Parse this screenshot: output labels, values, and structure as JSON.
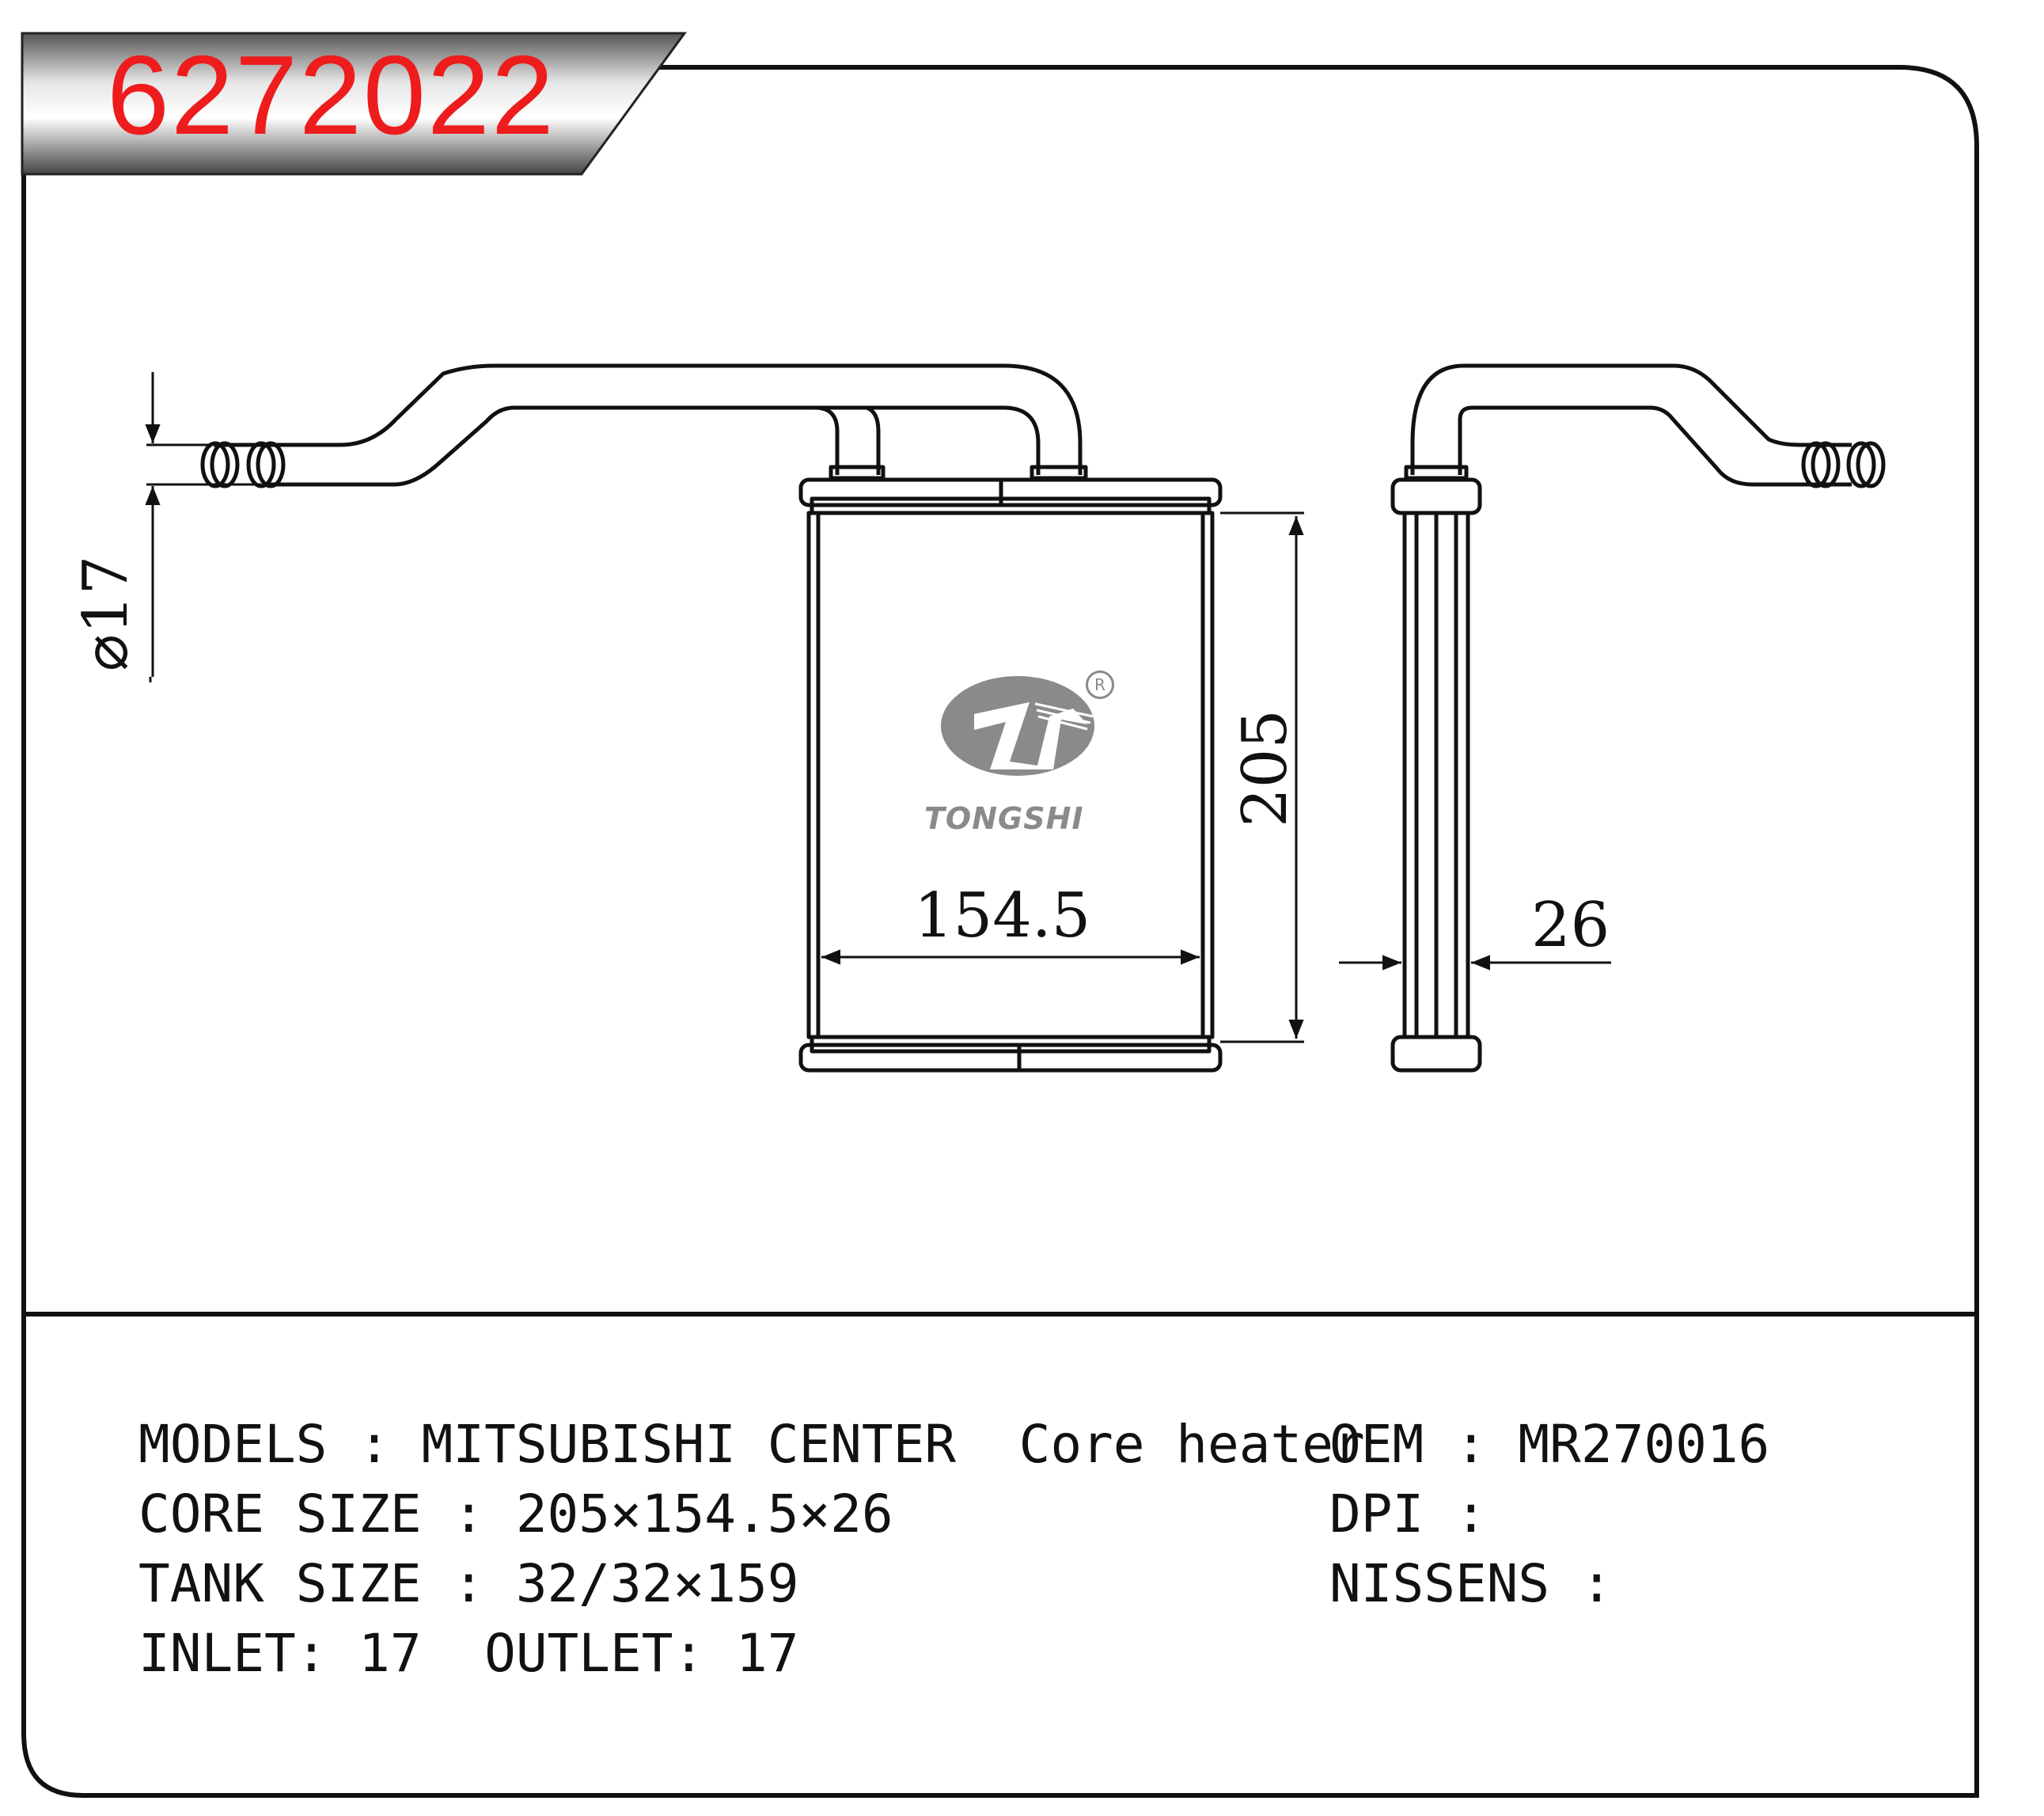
{
  "part_number": "6272022",
  "dimensions": {
    "pipe_diameter": "⌀17",
    "core_height": "205",
    "core_width": "154.5",
    "core_depth": "26"
  },
  "logo": {
    "brand": "TONGSHI",
    "registered_mark": "R"
  },
  "specs": {
    "models": "MODELS : MITSUBISHI CENTER  Core heater",
    "oem": "OEM : MR270016",
    "core_size": "CORE SIZE : 205×154.5×26",
    "dpi": "DPI :",
    "tank_size": "TANK SIZE : 32/32×159",
    "nissens": "NISSENS :",
    "inlet_outlet": "INLET: 17  OUTLET: 17"
  },
  "colors": {
    "part_number": "#ee1c1c",
    "logo": "#8a8a8a",
    "line": "#111111"
  }
}
